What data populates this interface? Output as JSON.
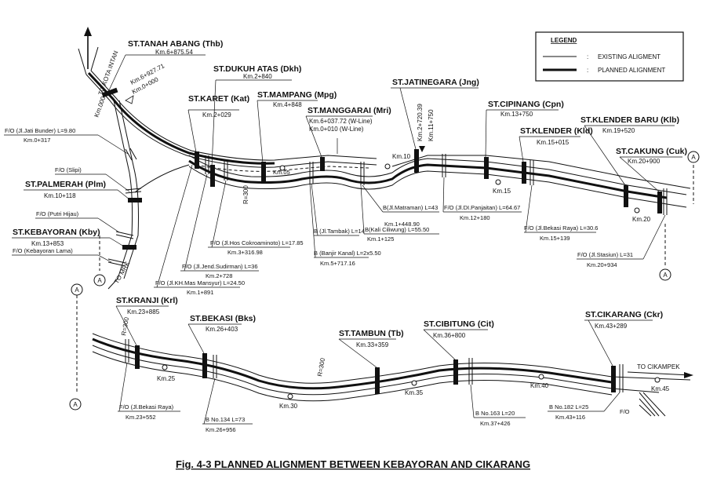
{
  "legend": {
    "title": "LEGEND",
    "existing": "EXISTING ALIGMENT",
    "planned": "PLANNED ALIGNMENT"
  },
  "caption": "Fig. 4-3  PLANNED ALIGNMENT BETWEEN KEBAYORAN AND CIKARANG",
  "directions": {
    "kota_intan": "TO KOTA INTAN",
    "mrk": "TO MRK",
    "cikampek": "TO CIKAMPEK"
  },
  "match_mark": "A",
  "radius": {
    "r300": "R=300"
  },
  "stations": {
    "tanah_abang": {
      "name": "ST.TANAH ABANG (Thb)",
      "km": "Km.6+875.54"
    },
    "dukuh_atas": {
      "name": "ST.DUKUH ATAS (Dkh)",
      "km": "Km.2+840"
    },
    "karet": {
      "name": "ST.KARET (Kat)",
      "km": "Km.2+029"
    },
    "mampang": {
      "name": "ST.MAMPANG (Mpg)",
      "km": "Km.4+848"
    },
    "manggarai": {
      "name": "ST.MANGGARAI (Mri)",
      "km": "Km.6+037.72 (W-Line)",
      "km2": "Km.0+010 (W-Line)"
    },
    "jatinegara": {
      "name": "ST.JATINEGARA (Jng)",
      "km": "Km.2+720.39",
      "km2": "Km.11+750"
    },
    "cipinang": {
      "name": "ST.CIPINANG (Cpn)",
      "km": "Km.13+750"
    },
    "klender": {
      "name": "ST.KLENDER (Kld)",
      "km": "Km.15+015"
    },
    "klender_baru": {
      "name": "ST.KLENDER BARU (Klb)",
      "km": "Km.19+520"
    },
    "cakung": {
      "name": "ST.CAKUNG (Cuk)",
      "km": "Km.20+900"
    },
    "palmerah": {
      "name": "ST.PALMERAH (Plm)",
      "km": "Km.10+118"
    },
    "kebayoran": {
      "name": "ST.KEBAYORAN (Kby)",
      "km": "Km.13+853"
    },
    "kranji": {
      "name": "ST.KRANJI (Krl)",
      "km": "Km.23+885"
    },
    "bekasi": {
      "name": "ST.BEKASI (Bks)",
      "km": "Km.26+403"
    },
    "tambun": {
      "name": "ST.TAMBUN (Tb)",
      "km": "Km.33+359"
    },
    "cibitung": {
      "name": "ST.CIBITUNG (Cit)",
      "km": "Km.36+800"
    },
    "cikarang": {
      "name": "ST.CIKARANG (Ckr)",
      "km": "Km.43+289"
    }
  },
  "chainage_marks": {
    "k6_927": "Km.6+927.71",
    "k0_000": "Km.0+000",
    "k000": "Km.000",
    "km05": "Km.05",
    "km10": "Km.10",
    "km15": "Km.15",
    "km20": "Km.20",
    "km25": "Km.25",
    "km30": "Km.30",
    "km35": "Km.35",
    "km40": "Km.40",
    "km45": "Km.45"
  },
  "crossings": {
    "jl_bunder": {
      "text": "F/O (Jl.Jati Bunder)  L=9.80",
      "km": "Km.0+317"
    },
    "slipi": {
      "text": "F/O (Slipi)"
    },
    "putri_hijau": {
      "text": "F/O (Putri Hijau)"
    },
    "kebayoran_lama": {
      "text": "F/O (Kebayoran Lama)"
    },
    "hos_cokro": {
      "text": "F/O (Jl.Hos Cokroaminoto) L=17.85",
      "km": "Km.3+316.98"
    },
    "jend_sudirman": {
      "text": "F/O (Jl.Jend.Sudirman) L=36",
      "km": "Km.2+728"
    },
    "mas_mansyur": {
      "text": "F/O (Jl.KH.Mas Mansyur) L=24.50",
      "km": "Km.1+891"
    },
    "matraman": {
      "text": "B(Jl.Matraman) L=43",
      "km": "Km.1+448.90"
    },
    "ciliwung": {
      "text": "B(Kali Ciliwung) L=55.50",
      "km": "Km.1+125"
    },
    "tambak": {
      "text": "B (Jl.Tambak) L=14"
    },
    "banjir_kanal": {
      "text": "B (Banjir Kanal) L=2x5.50",
      "km": "Km.5+717.16"
    },
    "pahlawan": {
      "text": "F/O (Jl.DI.Panjaitan) L=64.67",
      "km": "Km.12+180"
    },
    "bekasi_raya1": {
      "text": "F/O (Jl.Bekasi Raya) L=30.6",
      "km": "Km.15+139"
    },
    "stasiun": {
      "text": "F/O (Jl.Stasiun) L=31",
      "km": "Km.20+934"
    },
    "bekasi_raya2": {
      "text": "F/O (Jl.Bekasi Raya)",
      "km": "Km.23+552"
    },
    "b134": {
      "text": "B No.134  L=73",
      "km": "Km.26+956"
    },
    "b163": {
      "text": "B No.163  L=20",
      "km": "Km.37+426"
    },
    "b182": {
      "text": "B No.182  L=25",
      "km": "Km.43+116"
    },
    "fo_end": {
      "text": "F/O"
    }
  }
}
